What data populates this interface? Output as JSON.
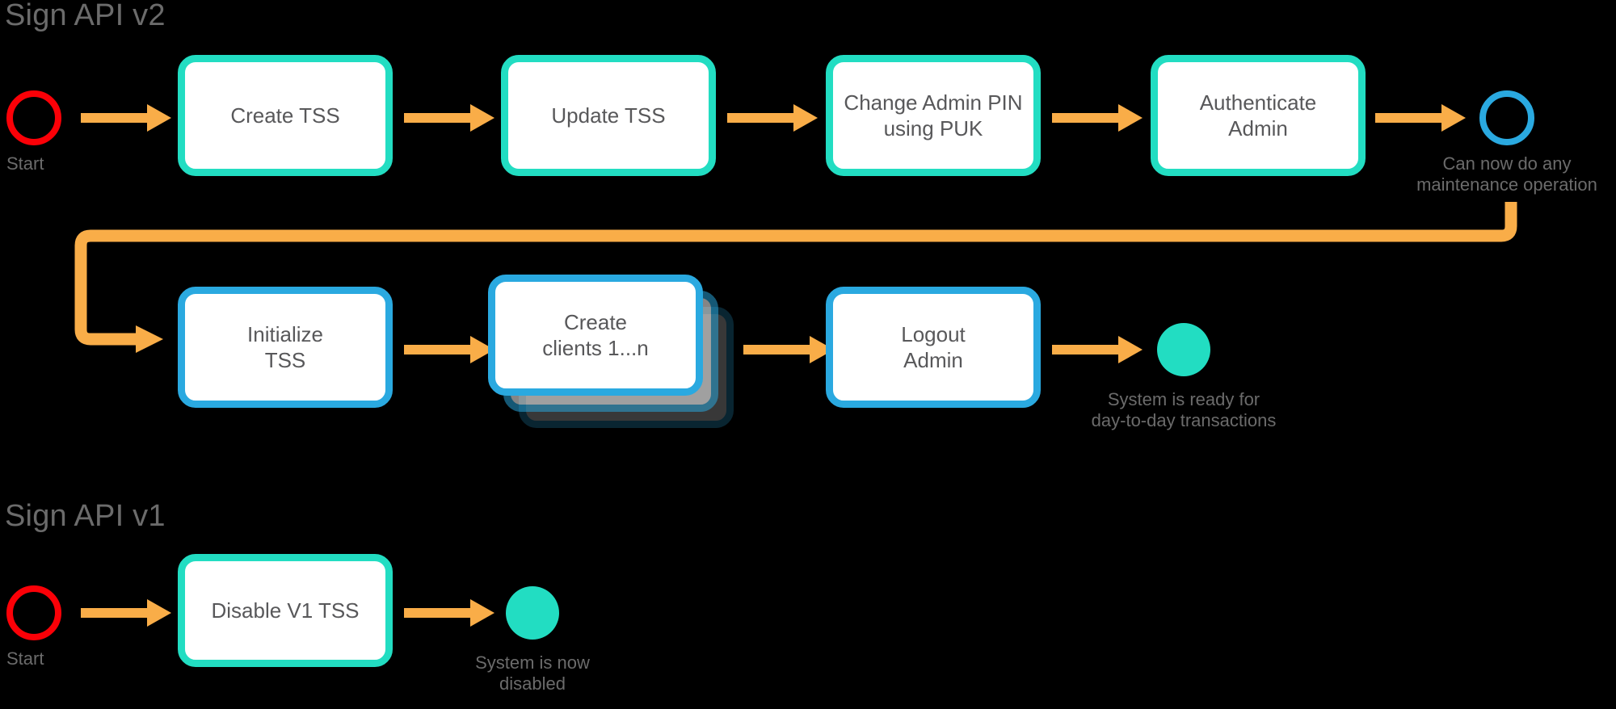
{
  "diagram": {
    "background_color": "#000000",
    "accent_colors": {
      "teal": "#22ddc2",
      "blue": "#2aa9e0",
      "orange": "#f9ad48",
      "red": "#fb0007",
      "text_gray": "#58585a",
      "label_gray": "#6b6b6b"
    }
  },
  "sections": [
    {
      "id": "v2",
      "title": "Sign API v2"
    },
    {
      "id": "v1",
      "title": "Sign API v1"
    }
  ],
  "v2": {
    "start": {
      "icon": "start-circle",
      "label": "Start"
    },
    "row1": {
      "nodes": [
        {
          "id": "create-tss",
          "label": "Create  TSS",
          "style": "teal"
        },
        {
          "id": "update-tss",
          "label": "Update TSS",
          "style": "teal"
        },
        {
          "id": "change-pin",
          "label": "Change Admin PIN\nusing PUK",
          "style": "teal"
        },
        {
          "id": "auth-admin",
          "label": "Authenticate\nAdmin",
          "style": "teal"
        }
      ],
      "end_marker": {
        "icon": "blue-ring-circle",
        "caption": "Can now do any\nmaintenance operation"
      }
    },
    "row2": {
      "nodes": [
        {
          "id": "init-tss",
          "label": "Initialize\nTSS",
          "style": "blue",
          "stacked": false
        },
        {
          "id": "create-clients",
          "label": "Create\nclients 1...n",
          "style": "blue",
          "stacked": true
        },
        {
          "id": "logout-admin",
          "label": "Logout\nAdmin",
          "style": "blue",
          "stacked": false
        }
      ],
      "end_marker": {
        "icon": "teal-filled-circle",
        "caption": "System is ready for\nday-to-day transactions"
      }
    }
  },
  "v1": {
    "start": {
      "icon": "start-circle",
      "label": "Start"
    },
    "nodes": [
      {
        "id": "disable-v1-tss",
        "label": "Disable  V1 TSS",
        "style": "teal"
      }
    ],
    "end_marker": {
      "icon": "teal-filled-circle",
      "caption": "System is now\ndisabled"
    }
  }
}
